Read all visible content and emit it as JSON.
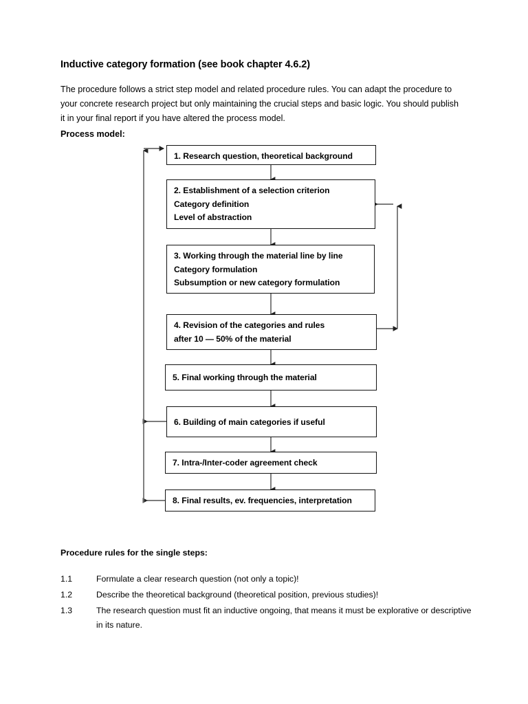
{
  "document": {
    "title": "Inductive category formation (see book chapter 4.6.2)",
    "intro": "The procedure follows a strict step model and related procedure rules. You can adapt the procedure to your concrete research project but only maintaining the crucial steps and basic logic. You should publish it in your final report if you have altered the process model.",
    "process_model_label": "Process model:",
    "rules_heading": "Procedure rules for the single steps:"
  },
  "flowchart": {
    "steps": [
      {
        "id": "step-1",
        "lines": [
          "1. Research question, theoretical background"
        ]
      },
      {
        "id": "step-2",
        "lines": [
          "2. Establishment of a selection criterion",
          "Category definition",
          "Level of abstraction"
        ]
      },
      {
        "id": "step-3",
        "lines": [
          "3. Working through the material line by line",
          "Category formulation",
          "Subsumption or new category formulation"
        ]
      },
      {
        "id": "step-4",
        "lines": [
          "4. Revision of the categories and rules",
          "after 10 — 50% of the material"
        ]
      },
      {
        "id": "step-5",
        "lines": [
          "5. Final working through the material"
        ]
      },
      {
        "id": "step-6",
        "lines": [
          "6. Building of main categories if useful"
        ]
      },
      {
        "id": "step-7",
        "lines": [
          "7. Intra-/Inter-coder agreement check"
        ]
      },
      {
        "id": "step-8",
        "lines": [
          "8. Final results, ev. frequencies, interpretation"
        ]
      }
    ],
    "line_color": "#5a5a5a",
    "box_border_color": "#111111"
  },
  "rules": [
    {
      "number": "1.1",
      "text": "Formulate a clear research question (not only a topic)!"
    },
    {
      "number": "1.2",
      "text": "Describe the theoretical background (theoretical position, previous studies)!"
    },
    {
      "number": "1.3",
      "text": "The research question must fit an inductive ongoing, that means it must be explorative or descriptive in its nature."
    }
  ]
}
